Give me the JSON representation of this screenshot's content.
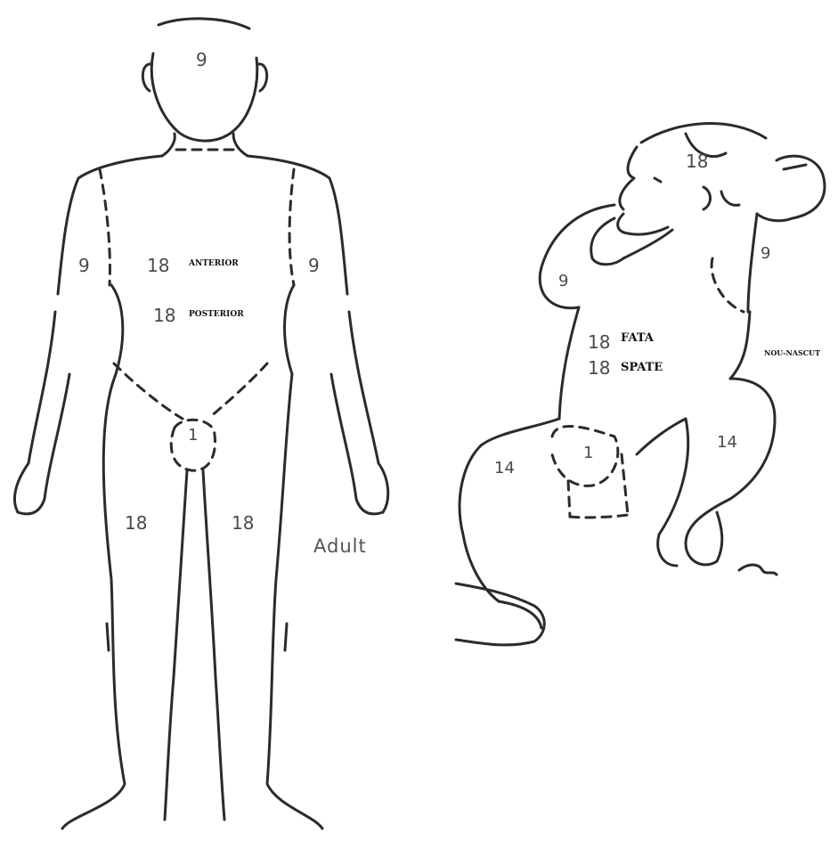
{
  "adult": {
    "head": "9",
    "arm_left": "9",
    "arm_right": "9",
    "trunk_anterior_value": "18",
    "trunk_anterior_label": "ANTERIOR",
    "trunk_posterior_value": "18",
    "trunk_posterior_label": "POSTERIOR",
    "perineum": "1",
    "leg_left": "18",
    "leg_right": "18",
    "caption": "Adult"
  },
  "newborn": {
    "head": "18",
    "arm_left": "9",
    "arm_right": "9",
    "trunk_front_value": "18",
    "trunk_front_label": "FATA",
    "trunk_back_value": "18",
    "trunk_back_label": "SPATE",
    "perineum": "1",
    "leg_left": "14",
    "leg_right": "14",
    "caption": "NOU-NASCUT"
  },
  "signature": "signature"
}
